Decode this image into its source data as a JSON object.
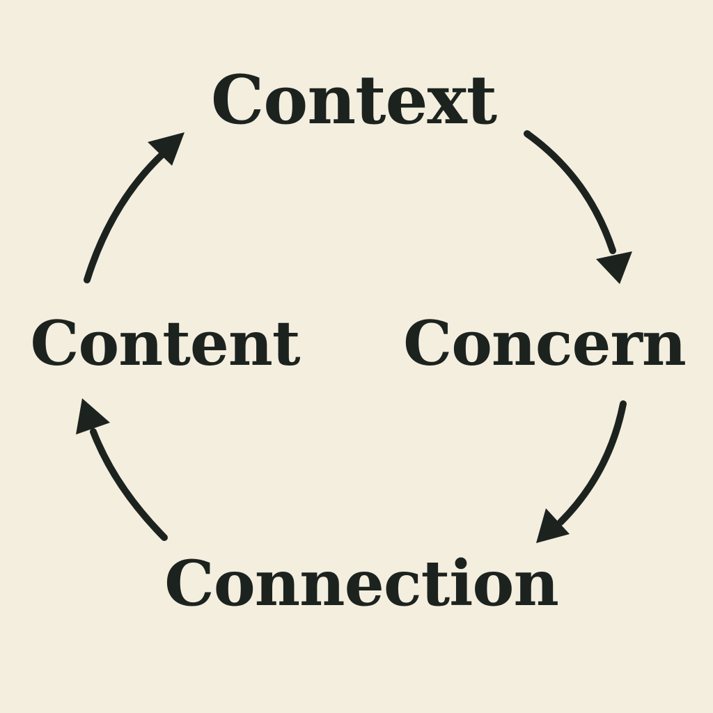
{
  "diagram": {
    "type": "cycle",
    "nodes": [
      {
        "id": "context",
        "label": "Context"
      },
      {
        "id": "concern",
        "label": "Concern"
      },
      {
        "id": "connection",
        "label": "Connection"
      },
      {
        "id": "content",
        "label": "Content"
      }
    ],
    "edges": [
      {
        "from": "context",
        "to": "concern"
      },
      {
        "from": "concern",
        "to": "connection"
      },
      {
        "from": "connection",
        "to": "content"
      },
      {
        "from": "content",
        "to": "context"
      }
    ],
    "colors": {
      "background": "#f4eedf",
      "ink": "#1c231f"
    }
  }
}
